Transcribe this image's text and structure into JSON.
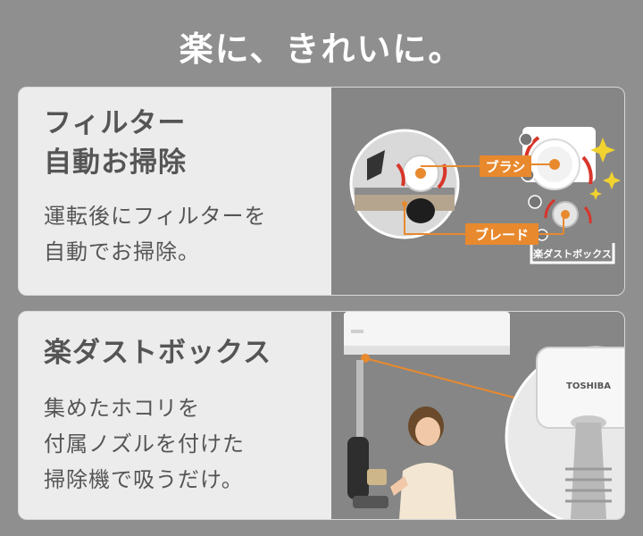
{
  "headline": "楽に、きれいに。",
  "cards": [
    {
      "title_line1": "フィルター",
      "title_line2": "自動お掃除",
      "desc_line1": "運転後にフィルターを",
      "desc_line2": "自動でお掃除。",
      "labels": {
        "brush": "ブラシ",
        "blade": "ブレード",
        "dustbox": "楽ダストボックス"
      }
    },
    {
      "title": "楽ダストボックス",
      "desc_line1": "集めたホコリを",
      "desc_line2": "付属ノズルを付けた",
      "desc_line3": "掃除機で吸うだけ。",
      "brand": "TOSHIBA"
    }
  ],
  "colors": {
    "background": "#8f8f8f",
    "card": "#ececec",
    "text": "#555555",
    "accent_orange": "#e8892e",
    "accent_red": "#d8352a",
    "sparkle_yellow": "#f2d22e"
  }
}
